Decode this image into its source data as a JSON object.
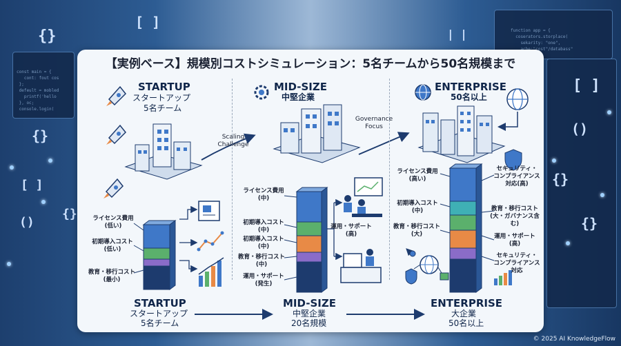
{
  "title": "【実例ベース】規模別コストシミュレーション：5名チームから50名規模まで",
  "top": {
    "startup": {
      "name": "STARTUP",
      "sub1": "スタートアップ",
      "sub2": "5名チーム"
    },
    "midsize": {
      "name": "MID-SIZE",
      "sub1": "中堅企業"
    },
    "enterprise": {
      "name": "ENTERPRISE",
      "sub1": "50名以上"
    }
  },
  "arrows": {
    "scaling": "Scaling\nChallenge",
    "governance": "Governance\nFocus"
  },
  "startup_labels": [
    "ライセンス費用\n(低い)",
    "初期導入コスト\n(低い)",
    "教育・移行コスト\n(最小)"
  ],
  "midsize_labels": [
    "ライセンス費用\n(中)",
    "初期導入コスト\n(中)",
    "初期導入コスト\n(中)",
    "教育・移行コスト\n(中)",
    "運用・サポート\n(発生)"
  ],
  "midsize_right": "運用・サポート\n(高)",
  "enterprise_left": [
    "ライセンス費用\n(高い)",
    "初期導入コスト\n(中)",
    "教育・移行コスト\n(大)"
  ],
  "enterprise_right": [
    "セキュリティ・\nコンプライアンス\n対応(高)",
    "教育・移行コスト\n(大・ガバナンス含む)",
    "運用・サポート\n(高)",
    "セキュリティ・\nコンプライアンス\n対応"
  ],
  "bottom": {
    "startup": {
      "name": "STARTUP",
      "sub1": "スタートアップ",
      "sub2": "5名チーム"
    },
    "midsize": {
      "name": "MID-SIZE",
      "sub1": "中堅企業",
      "sub2": "20名規模"
    },
    "enterprise": {
      "name": "ENTERPRISE",
      "sub1": "大企業",
      "sub2": "50名以上"
    }
  },
  "credit": "© 2025 AI KnowledgeFlow",
  "colors": {
    "blue": "#3f78c8",
    "green": "#5bb06c",
    "orange": "#e88a46",
    "purple": "#8a6cc8",
    "navy": "#1d3b6e",
    "teal": "#3fb0b5"
  }
}
